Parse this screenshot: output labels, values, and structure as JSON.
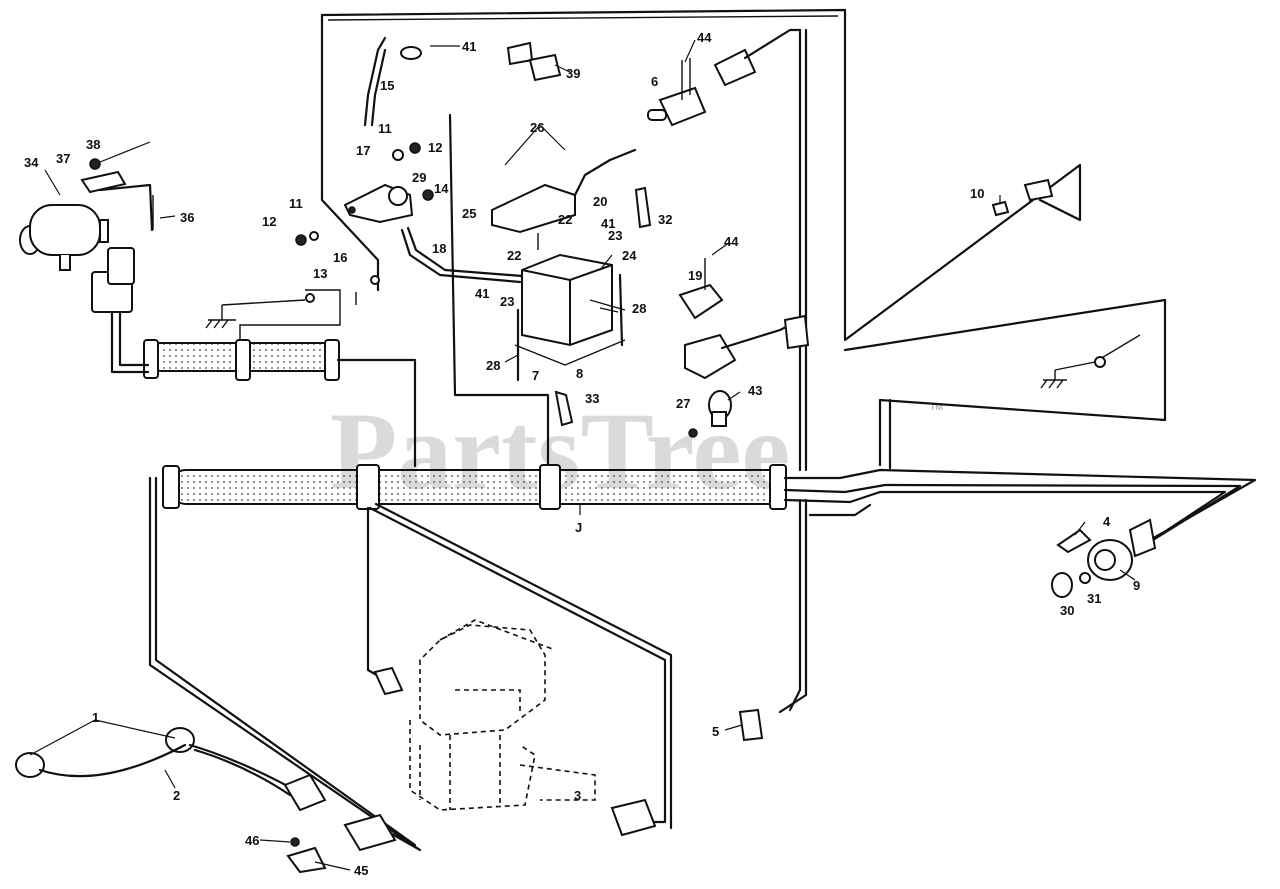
{
  "watermark": {
    "text": "PartsTree",
    "trademark": "TM"
  },
  "callouts": {
    "c1": "1",
    "c2": "2",
    "c3": "3",
    "c4": "4",
    "c5": "5",
    "c6": "6",
    "c7": "7",
    "c8": "8",
    "c9": "9",
    "c10": "10",
    "c11a": "11",
    "c11b": "11",
    "c12a": "12",
    "c12b": "12",
    "c13": "13",
    "c14": "14",
    "c15": "15",
    "c16": "16",
    "c17": "17",
    "c18": "18",
    "c19": "19",
    "c20": "20",
    "c22a": "22",
    "c22b": "22",
    "c23a": "23",
    "c23b": "23",
    "c24": "24",
    "c25": "25",
    "c26": "26",
    "c27": "27",
    "c28a": "28",
    "c28b": "28",
    "c29": "29",
    "c30": "30",
    "c31": "31",
    "c32": "32",
    "c33": "33",
    "c34": "34",
    "c36": "36",
    "c37": "37",
    "c38": "38",
    "c39": "39",
    "c41a": "41",
    "c41b": "41",
    "c41c": "41",
    "c43": "43",
    "c44a": "44",
    "c44b": "44",
    "c45": "45",
    "c46": "46",
    "cJ": "J"
  }
}
